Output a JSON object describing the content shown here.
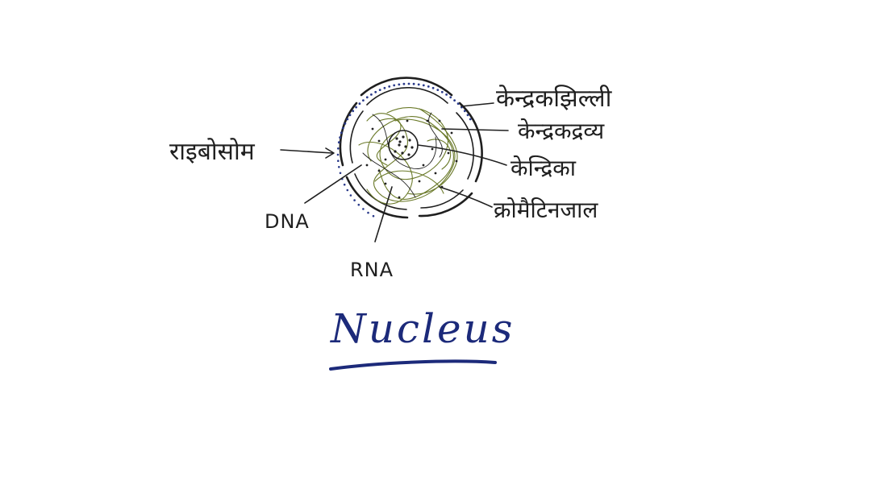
{
  "diagram": {
    "title": "Nucleus",
    "labels": {
      "nuclear_membrane": "केन्द्रकझिल्ली",
      "nucleoplasm": "केन्द्रकद्रव्य",
      "nucleolus": "केन्द्रिका",
      "chromatin_network": "क्रोमैटिनजाल",
      "ribosome": "राइबोसोम",
      "dna": "DNA",
      "rna": "RNA"
    },
    "colors": {
      "ink": "#1f1f1f",
      "title": "#1c2a7a",
      "chromatin": "#6b7a2a",
      "ribosome_dots": "#2a3a8a"
    }
  }
}
